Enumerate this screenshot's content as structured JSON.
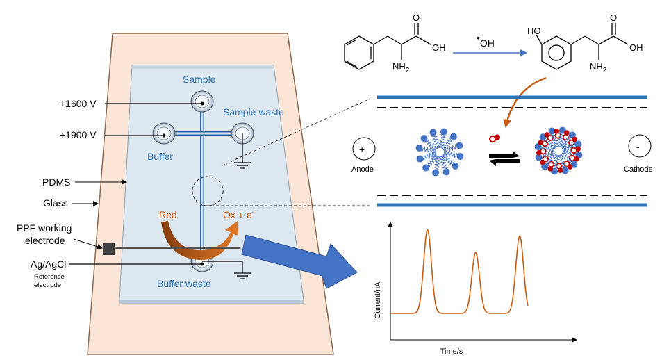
{
  "chip": {
    "sample": "Sample",
    "sample_waste": "Sample waste",
    "buffer": "Buffer",
    "buffer_waste": "Buffer waste",
    "red": "Red",
    "ox": "Ox + e",
    "ox_sup": "-"
  },
  "left_labels": {
    "v1600": "+1600 V",
    "v1900": "+1900 V",
    "pdms": "PDMS",
    "glass": "Glass",
    "ppf_line1": "PPF working",
    "ppf_line2": "electrode",
    "agcl": "Ag/AgCl",
    "ref_line1": "Reference",
    "ref_line2": "electrode"
  },
  "reaction": {
    "oh_left": "OH",
    "nh2_left": "NH",
    "nh2_left_sub": "2",
    "radical": "OH",
    "radical_dot": "•",
    "ho_right": "HO",
    "oh_right": "OH",
    "nh2_right": "NH",
    "nh2_right_sub": "2",
    "o_left": "O",
    "o_right": "O"
  },
  "separation": {
    "plus": "+",
    "minus": "-",
    "anode": "Anode",
    "cathode": "Cathode"
  },
  "chart_data": {
    "type": "line",
    "xlabel": "Time/s",
    "ylabel": "Current/nA",
    "series": [
      {
        "color": "#c55a11",
        "peaks": [
          {
            "x": 0.27,
            "height": 0.92
          },
          {
            "x": 0.62,
            "height": 0.67
          },
          {
            "x": 0.94,
            "height": 0.85
          }
        ]
      }
    ]
  },
  "colors": {
    "accent_blue": "#2e75b6",
    "arrow_blue": "#4472c4",
    "orange": "#c55a11",
    "glass_fill": "#fbe5d6",
    "chip_fill": "#dde7f0"
  }
}
